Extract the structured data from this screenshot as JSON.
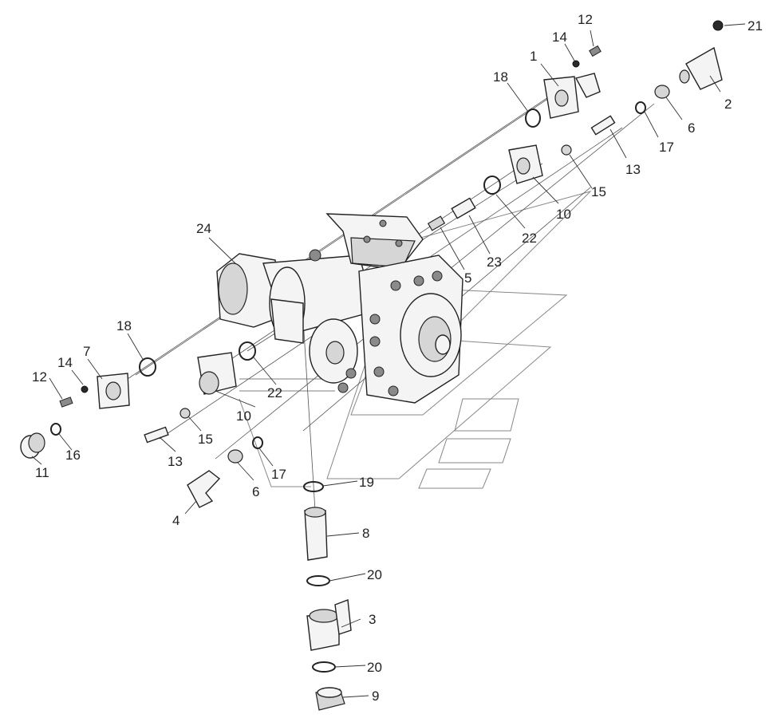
{
  "diagram": {
    "callouts": [
      "1",
      "2",
      "3",
      "4",
      "5",
      "6",
      "6",
      "7",
      "8",
      "9",
      "10",
      "10",
      "11",
      "12",
      "12",
      "13",
      "13",
      "14",
      "14",
      "15",
      "15",
      "16",
      "17",
      "17",
      "18",
      "18",
      "19",
      "20",
      "20",
      "21",
      "22",
      "22",
      "23",
      "24"
    ]
  }
}
